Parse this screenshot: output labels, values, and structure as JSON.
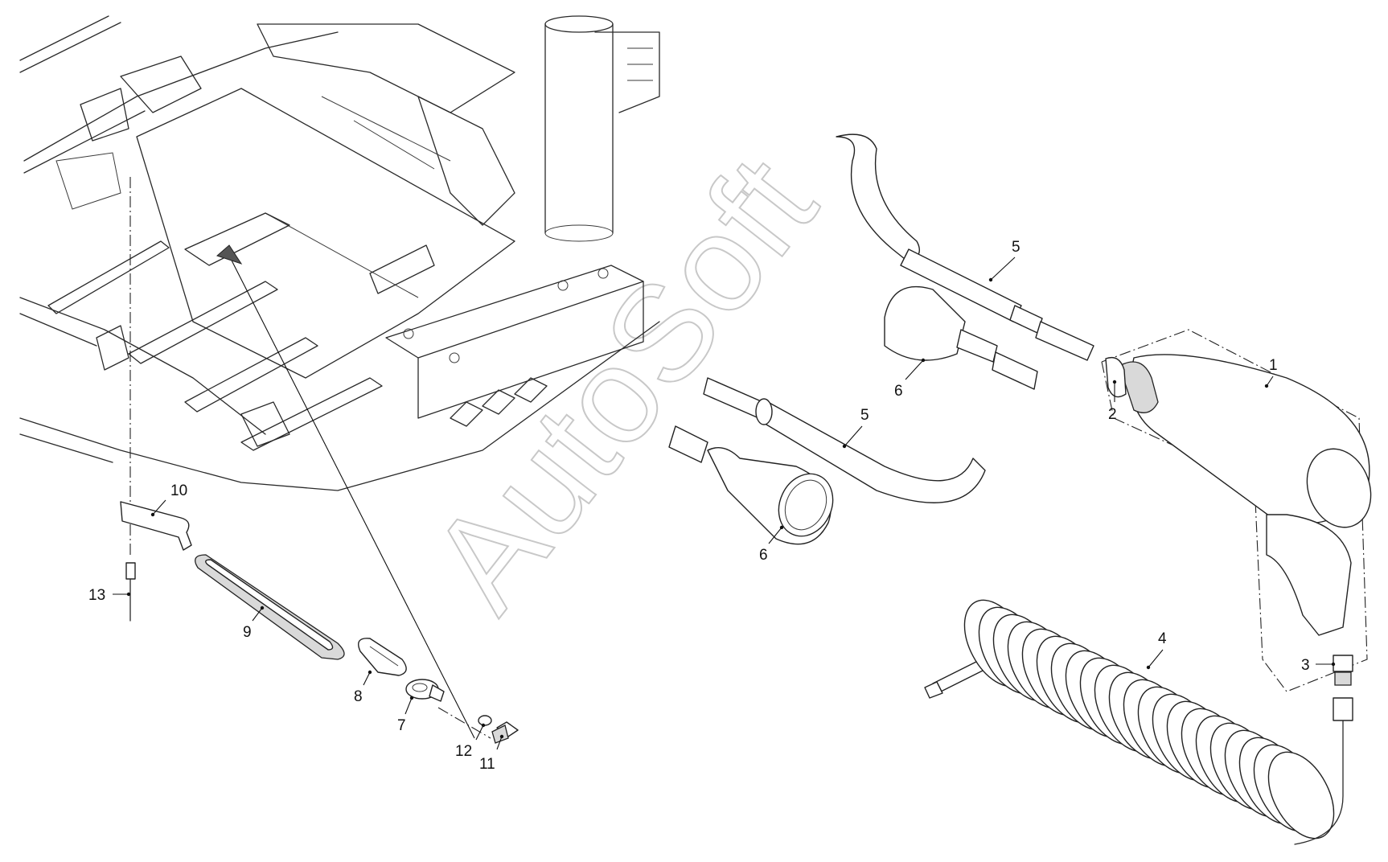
{
  "watermark": "AutoSoft",
  "callouts": [
    {
      "id": "1",
      "label": "1"
    },
    {
      "id": "2",
      "label": "2"
    },
    {
      "id": "3",
      "label": "3"
    },
    {
      "id": "4",
      "label": "4"
    },
    {
      "id": "5a",
      "label": "5"
    },
    {
      "id": "5b",
      "label": "5"
    },
    {
      "id": "6a",
      "label": "6"
    },
    {
      "id": "6b",
      "label": "6"
    },
    {
      "id": "7",
      "label": "7"
    },
    {
      "id": "8",
      "label": "8"
    },
    {
      "id": "9",
      "label": "9"
    },
    {
      "id": "10",
      "label": "10"
    },
    {
      "id": "11",
      "label": "11"
    },
    {
      "id": "12",
      "label": "12"
    },
    {
      "id": "13",
      "label": "13"
    }
  ]
}
